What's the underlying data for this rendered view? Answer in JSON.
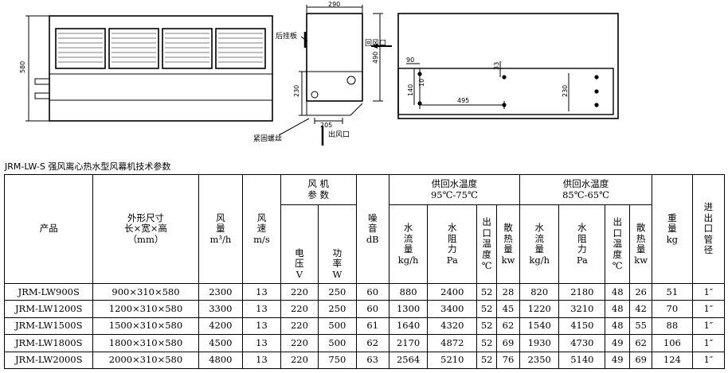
{
  "drawing": {
    "dims": {
      "height_580": "580",
      "width_290": "290",
      "height_490": "490",
      "d230_side": "230",
      "d205": "205",
      "d90": "90",
      "d33": "33",
      "d10": "10",
      "d140": "140",
      "d495": "495",
      "d230_rear": "230"
    },
    "labels": {
      "rear_plate": "后挂板",
      "return_air": "回风口",
      "fixing_screw": "紧固螺丝",
      "air_outlet": "出风口"
    }
  },
  "caption": "JRM-LW-S 强风离心热水型风幕机技术参数",
  "table": {
    "headers": {
      "product": "产品",
      "dims_title": "外形尺寸",
      "dims_sub": "长×宽×高",
      "dims_unit": "（mm）",
      "airflow": "风量",
      "airflow_unit": "m³/h",
      "speed": "风速",
      "speed_unit": "m/s",
      "fan_params_1": "风 机",
      "fan_params_2": "参 数",
      "voltage": "电压",
      "voltage_unit": "V",
      "power": "功率",
      "power_unit": "W",
      "noise": "噪音",
      "noise_unit": "dB",
      "supply_a": "供回水温度",
      "supply_a_range": "95℃-75℃",
      "supply_b": "供回水温度",
      "supply_b_range": "85℃-65℃",
      "water_flow": "水流量",
      "water_flow_unit": "kg/h",
      "water_resist": "水阻力",
      "water_resist_unit": "Pa",
      "outlet_temp": "出口温度",
      "outlet_temp_unit": "℃",
      "heat": "散热量",
      "heat_unit": "kw",
      "weight": "重量",
      "weight_unit": "kg",
      "pipe": "进出口管径"
    },
    "rows": [
      {
        "product": "JRM-LW900S",
        "dims": "900×310×580",
        "airflow": "2300",
        "speed": "13",
        "voltage": "220",
        "power": "250",
        "noise": "60",
        "a_flow": "880",
        "a_resist": "2400",
        "a_temp": "52",
        "a_heat": "28",
        "b_flow": "820",
        "b_resist": "2180",
        "b_temp": "48",
        "b_heat": "26",
        "weight": "51",
        "pipe": "1″"
      },
      {
        "product": "JRM-LW1200S",
        "dims": "1200×310×580",
        "airflow": "3300",
        "speed": "13",
        "voltage": "220",
        "power": "250",
        "noise": "60",
        "a_flow": "1300",
        "a_resist": "3400",
        "a_temp": "52",
        "a_heat": "45",
        "b_flow": "1220",
        "b_resist": "3210",
        "b_temp": "48",
        "b_heat": "42",
        "weight": "70",
        "pipe": "1″"
      },
      {
        "product": "JRM-LW1500S",
        "dims": "1500×310×580",
        "airflow": "4200",
        "speed": "13",
        "voltage": "220",
        "power": "500",
        "noise": "61",
        "a_flow": "1640",
        "a_resist": "4320",
        "a_temp": "52",
        "a_heat": "62",
        "b_flow": "1540",
        "b_resist": "4150",
        "b_temp": "48",
        "b_heat": "55",
        "weight": "88",
        "pipe": "1″"
      },
      {
        "product": "JRM-LW1800S",
        "dims": "1800×310×580",
        "airflow": "4500",
        "speed": "13",
        "voltage": "220",
        "power": "500",
        "noise": "62",
        "a_flow": "2170",
        "a_resist": "4872",
        "a_temp": "52",
        "a_heat": "69",
        "b_flow": "1930",
        "b_resist": "4730",
        "b_temp": "49",
        "b_heat": "62",
        "weight": "106",
        "pipe": "1″"
      },
      {
        "product": "JRM-LW2000S",
        "dims": "2000×310×580",
        "airflow": "4800",
        "speed": "13",
        "voltage": "220",
        "power": "750",
        "noise": "63",
        "a_flow": "2564",
        "a_resist": "5210",
        "a_temp": "52",
        "a_heat": "76",
        "b_flow": "2350",
        "b_resist": "5140",
        "b_temp": "49",
        "b_heat": "69",
        "weight": "124",
        "pipe": "1″"
      }
    ]
  }
}
